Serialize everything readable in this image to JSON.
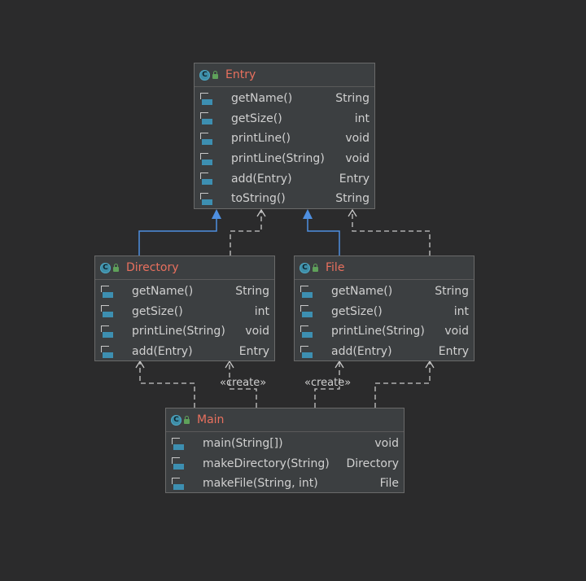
{
  "classes": {
    "entry": {
      "name": "Entry",
      "methods": [
        {
          "name": "getName()",
          "type": "String"
        },
        {
          "name": "getSize()",
          "type": "int"
        },
        {
          "name": "printLine()",
          "type": "void"
        },
        {
          "name": "printLine(String)",
          "type": "void"
        },
        {
          "name": "add(Entry)",
          "type": "Entry"
        },
        {
          "name": "toString()",
          "type": "String"
        }
      ]
    },
    "directory": {
      "name": "Directory",
      "methods": [
        {
          "name": "getName()",
          "type": "String"
        },
        {
          "name": "getSize()",
          "type": "int"
        },
        {
          "name": "printLine(String)",
          "type": "void"
        },
        {
          "name": "add(Entry)",
          "type": "Entry"
        }
      ]
    },
    "file": {
      "name": "File",
      "methods": [
        {
          "name": "getName()",
          "type": "String"
        },
        {
          "name": "getSize()",
          "type": "int"
        },
        {
          "name": "printLine(String)",
          "type": "void"
        },
        {
          "name": "add(Entry)",
          "type": "Entry"
        }
      ]
    },
    "main": {
      "name": "Main",
      "methods": [
        {
          "name": "main(String[])",
          "type": "void"
        },
        {
          "name": "makeDirectory(String)",
          "type": "Directory"
        },
        {
          "name": "makeFile(String, int)",
          "type": "File"
        }
      ]
    }
  },
  "labels": {
    "create_left": "«create»",
    "create_right": "«create»"
  },
  "colors": {
    "background": "#2b2b2c",
    "class_fill": "#3c3f41",
    "class_name": "#e8705e",
    "inheritance": "#4e8fe0",
    "dependency": "#c8c8c8"
  }
}
